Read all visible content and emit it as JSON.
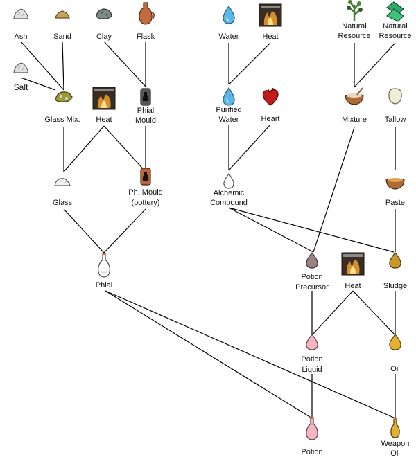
{
  "nodes": {
    "ash": {
      "label": [
        "Ash"
      ],
      "icon": "powder-pile-icon"
    },
    "sand": {
      "label": [
        "Sand"
      ],
      "icon": "sand-pile-icon"
    },
    "clay": {
      "label": [
        "Clay"
      ],
      "icon": "clay-lump-icon"
    },
    "flask": {
      "label": [
        "Flask"
      ],
      "icon": "flask-jug-icon"
    },
    "salt": {
      "label": [
        "Salt"
      ],
      "icon": "powder-pile-icon"
    },
    "glass_mix": {
      "label": [
        "Glass Mix."
      ],
      "icon": "glass-mix-icon"
    },
    "heat_1": {
      "label": [
        "Heat"
      ],
      "icon": "fire-icon"
    },
    "phial_mould": {
      "label": [
        "Phial",
        "Mould"
      ],
      "icon": "mould-icon"
    },
    "glass": {
      "label": [
        "Glass"
      ],
      "icon": "glass-pile-icon"
    },
    "ph_mould_pottery": {
      "label": [
        "Ph. Mould",
        "(pottery)"
      ],
      "icon": "pottery-mould-icon"
    },
    "phial": {
      "label": [
        "Phial"
      ],
      "icon": "empty-phial-icon"
    },
    "water": {
      "label": [
        "Water"
      ],
      "icon": "water-drop-icon"
    },
    "heat_2": {
      "label": [
        "Heat"
      ],
      "icon": "fire-icon"
    },
    "purified_water": {
      "label": [
        "Purified",
        "Water"
      ],
      "icon": "water-drop-icon"
    },
    "heart": {
      "label": [
        "Heart"
      ],
      "icon": "heart-icon"
    },
    "alchemic_compound": {
      "label": [
        "Alchemic",
        "Compound"
      ],
      "icon": "white-drop-icon"
    },
    "natural_resource_1": {
      "label": [
        "Natural",
        "Resource"
      ],
      "icon": "herb-icon"
    },
    "natural_resource_2": {
      "label": [
        "Natural",
        "Resource"
      ],
      "icon": "leaf-bundle-icon"
    },
    "mixture": {
      "label": [
        "Mixture"
      ],
      "icon": "mixing-bowl-icon"
    },
    "tallow": {
      "label": [
        "Tallow"
      ],
      "icon": "tallow-icon"
    },
    "paste": {
      "label": [
        "Paste"
      ],
      "icon": "paste-bowl-icon"
    },
    "potion_precursor": {
      "label": [
        "Potion",
        "Precursor"
      ],
      "icon": "grey-drop-icon"
    },
    "heat_3": {
      "label": [
        "Heat"
      ],
      "icon": "fire-icon"
    },
    "sludge": {
      "label": [
        "Sludge"
      ],
      "icon": "sludge-drop-icon"
    },
    "potion_liquid": {
      "label": [
        "Potion",
        "Liquid"
      ],
      "icon": "pink-drop-icon"
    },
    "oil": {
      "label": [
        "Oil"
      ],
      "icon": "oil-drop-icon"
    },
    "potion": {
      "label": [
        "Potion"
      ],
      "icon": "potion-bottle-icon"
    },
    "weapon_oil": {
      "label": [
        "Weapon",
        "Oil"
      ],
      "icon": "oil-bottle-icon"
    }
  },
  "edges": [
    [
      "ash",
      "glass_mix"
    ],
    [
      "sand",
      "glass_mix"
    ],
    [
      "salt",
      "glass_mix"
    ],
    [
      "clay",
      "phial_mould"
    ],
    [
      "flask",
      "phial_mould"
    ],
    [
      "glass_mix",
      "glass"
    ],
    [
      "heat_1",
      "glass"
    ],
    [
      "heat_1",
      "ph_mould_pottery"
    ],
    [
      "phial_mould",
      "ph_mould_pottery"
    ],
    [
      "glass",
      "phial"
    ],
    [
      "ph_mould_pottery",
      "phial"
    ],
    [
      "water",
      "purified_water"
    ],
    [
      "heat_2",
      "purified_water"
    ],
    [
      "purified_water",
      "alchemic_compound"
    ],
    [
      "heart",
      "alchemic_compound"
    ],
    [
      "natural_resource_1",
      "mixture"
    ],
    [
      "natural_resource_2",
      "mixture"
    ],
    [
      "mixture",
      "paste"
    ],
    [
      "tallow",
      "paste"
    ],
    [
      "mixture",
      "potion_precursor"
    ],
    [
      "alchemic_compound",
      "potion_precursor"
    ],
    [
      "alchemic_compound",
      "sludge"
    ],
    [
      "paste",
      "sludge"
    ],
    [
      "potion_precursor",
      "potion_liquid"
    ],
    [
      "heat_3",
      "potion_liquid"
    ],
    [
      "heat_3",
      "oil"
    ],
    [
      "sludge",
      "oil"
    ],
    [
      "potion_liquid",
      "potion"
    ],
    [
      "phial",
      "potion"
    ],
    [
      "phial",
      "weapon_oil"
    ],
    [
      "oil",
      "weapon_oil"
    ]
  ],
  "colors": {
    "line": "#000000",
    "label": "#111111",
    "water_blue": "#5bb8e6",
    "heart_red": "#c41a1a",
    "fire_orange": "#f0a030",
    "potion_pink": "#f2b6c0",
    "oil_gold": "#e2b22e",
    "sludge_gold": "#c9982a",
    "precursor_grey": "#9a8282",
    "bowl_brown": "#b06a3a",
    "herb_green": "#3a7a2a",
    "leaf_green": "#2faa6a"
  }
}
